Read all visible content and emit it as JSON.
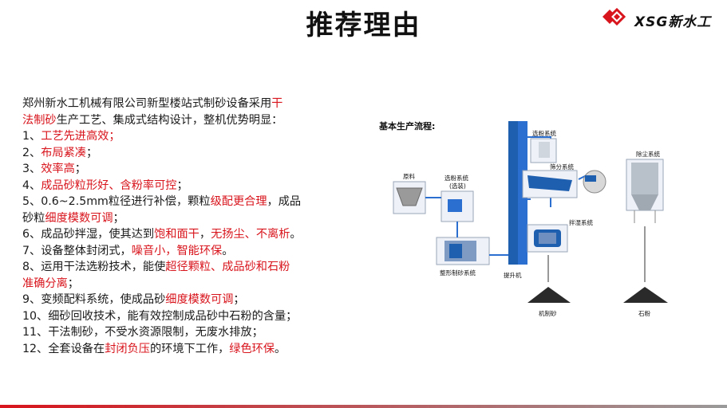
{
  "page": {
    "title": "推荐理由",
    "logo": "XSG新水工"
  },
  "content": {
    "line1": {
      "a": "  郑州新水工机械有限公司新型楼站式制砂设备采用",
      "b": "干"
    },
    "line2": {
      "a": "法制砂",
      "b": "生产工艺、集成式结构设计，整机优势明显："
    },
    "items": [
      {
        "prefix": " 1、",
        "red": "工艺先进高效；",
        "rest": ""
      },
      {
        "prefix": " 2、",
        "red": "布局紧凑",
        "rest": "；"
      },
      {
        "prefix": " 3、",
        "red": "效率高",
        "rest": "；"
      },
      {
        "prefix": " 4、",
        "red": "成品砂粒形好、含粉率可控",
        "rest": "；"
      }
    ],
    "item5": {
      "a": " 5、0.6~2.5mm粒径进行补偿，颗粒",
      "r": "级配更合理",
      "b": "，成品"
    },
    "item5b": {
      "a": "砂粒",
      "r": "细度模数可调",
      "b": "；"
    },
    "item6": {
      "a": "  6、成品砂拌湿，使其达到",
      "r1": "饱和面干",
      "m": "，",
      "r2": "无扬尘、不离析",
      "b": "。"
    },
    "item7": {
      "a": " 7、设备整体封闭式，",
      "r": "噪音小，智能环保",
      "b": "。"
    },
    "item8": {
      "a": " 8、运用干法选粉技术，能使",
      "r": "超径颗粒、成品砂和石粉"
    },
    "item8b": {
      "r": "准确分离",
      "b": "；"
    },
    "item9": {
      "a": "9、变频配料系统，使成品砂",
      "r": "细度模数可调",
      "b": "；"
    },
    "item10": {
      "a": "10、细砂回收技术，能有效控制成品砂中石粉的含量；"
    },
    "item11": {
      "a": "11、干法制砂，不受水资源限制，无废水排放；"
    },
    "item12": {
      "a": "12、全套设备在",
      "r1": "封闭负压",
      "m": "的环境下工作，",
      "r2": "绿色环保",
      "b": "。"
    }
  },
  "diagram": {
    "heading": "基本生产流程:",
    "labels": {
      "raw": "原料",
      "select1": "选粉系统",
      "select1b": "(选装)",
      "shaping": "整形制砂系统",
      "elevator": "提升机",
      "select2": "选粉系统",
      "screen": "筛分系统",
      "dust": "除尘系统",
      "mix": "拌湿系统",
      "sand": "机制砂",
      "stone": "石粉"
    }
  },
  "colors": {
    "accent_red": "#d8141c",
    "machine_blue": "#1f5fb0",
    "pipe_blue": "#2b6fd0"
  }
}
